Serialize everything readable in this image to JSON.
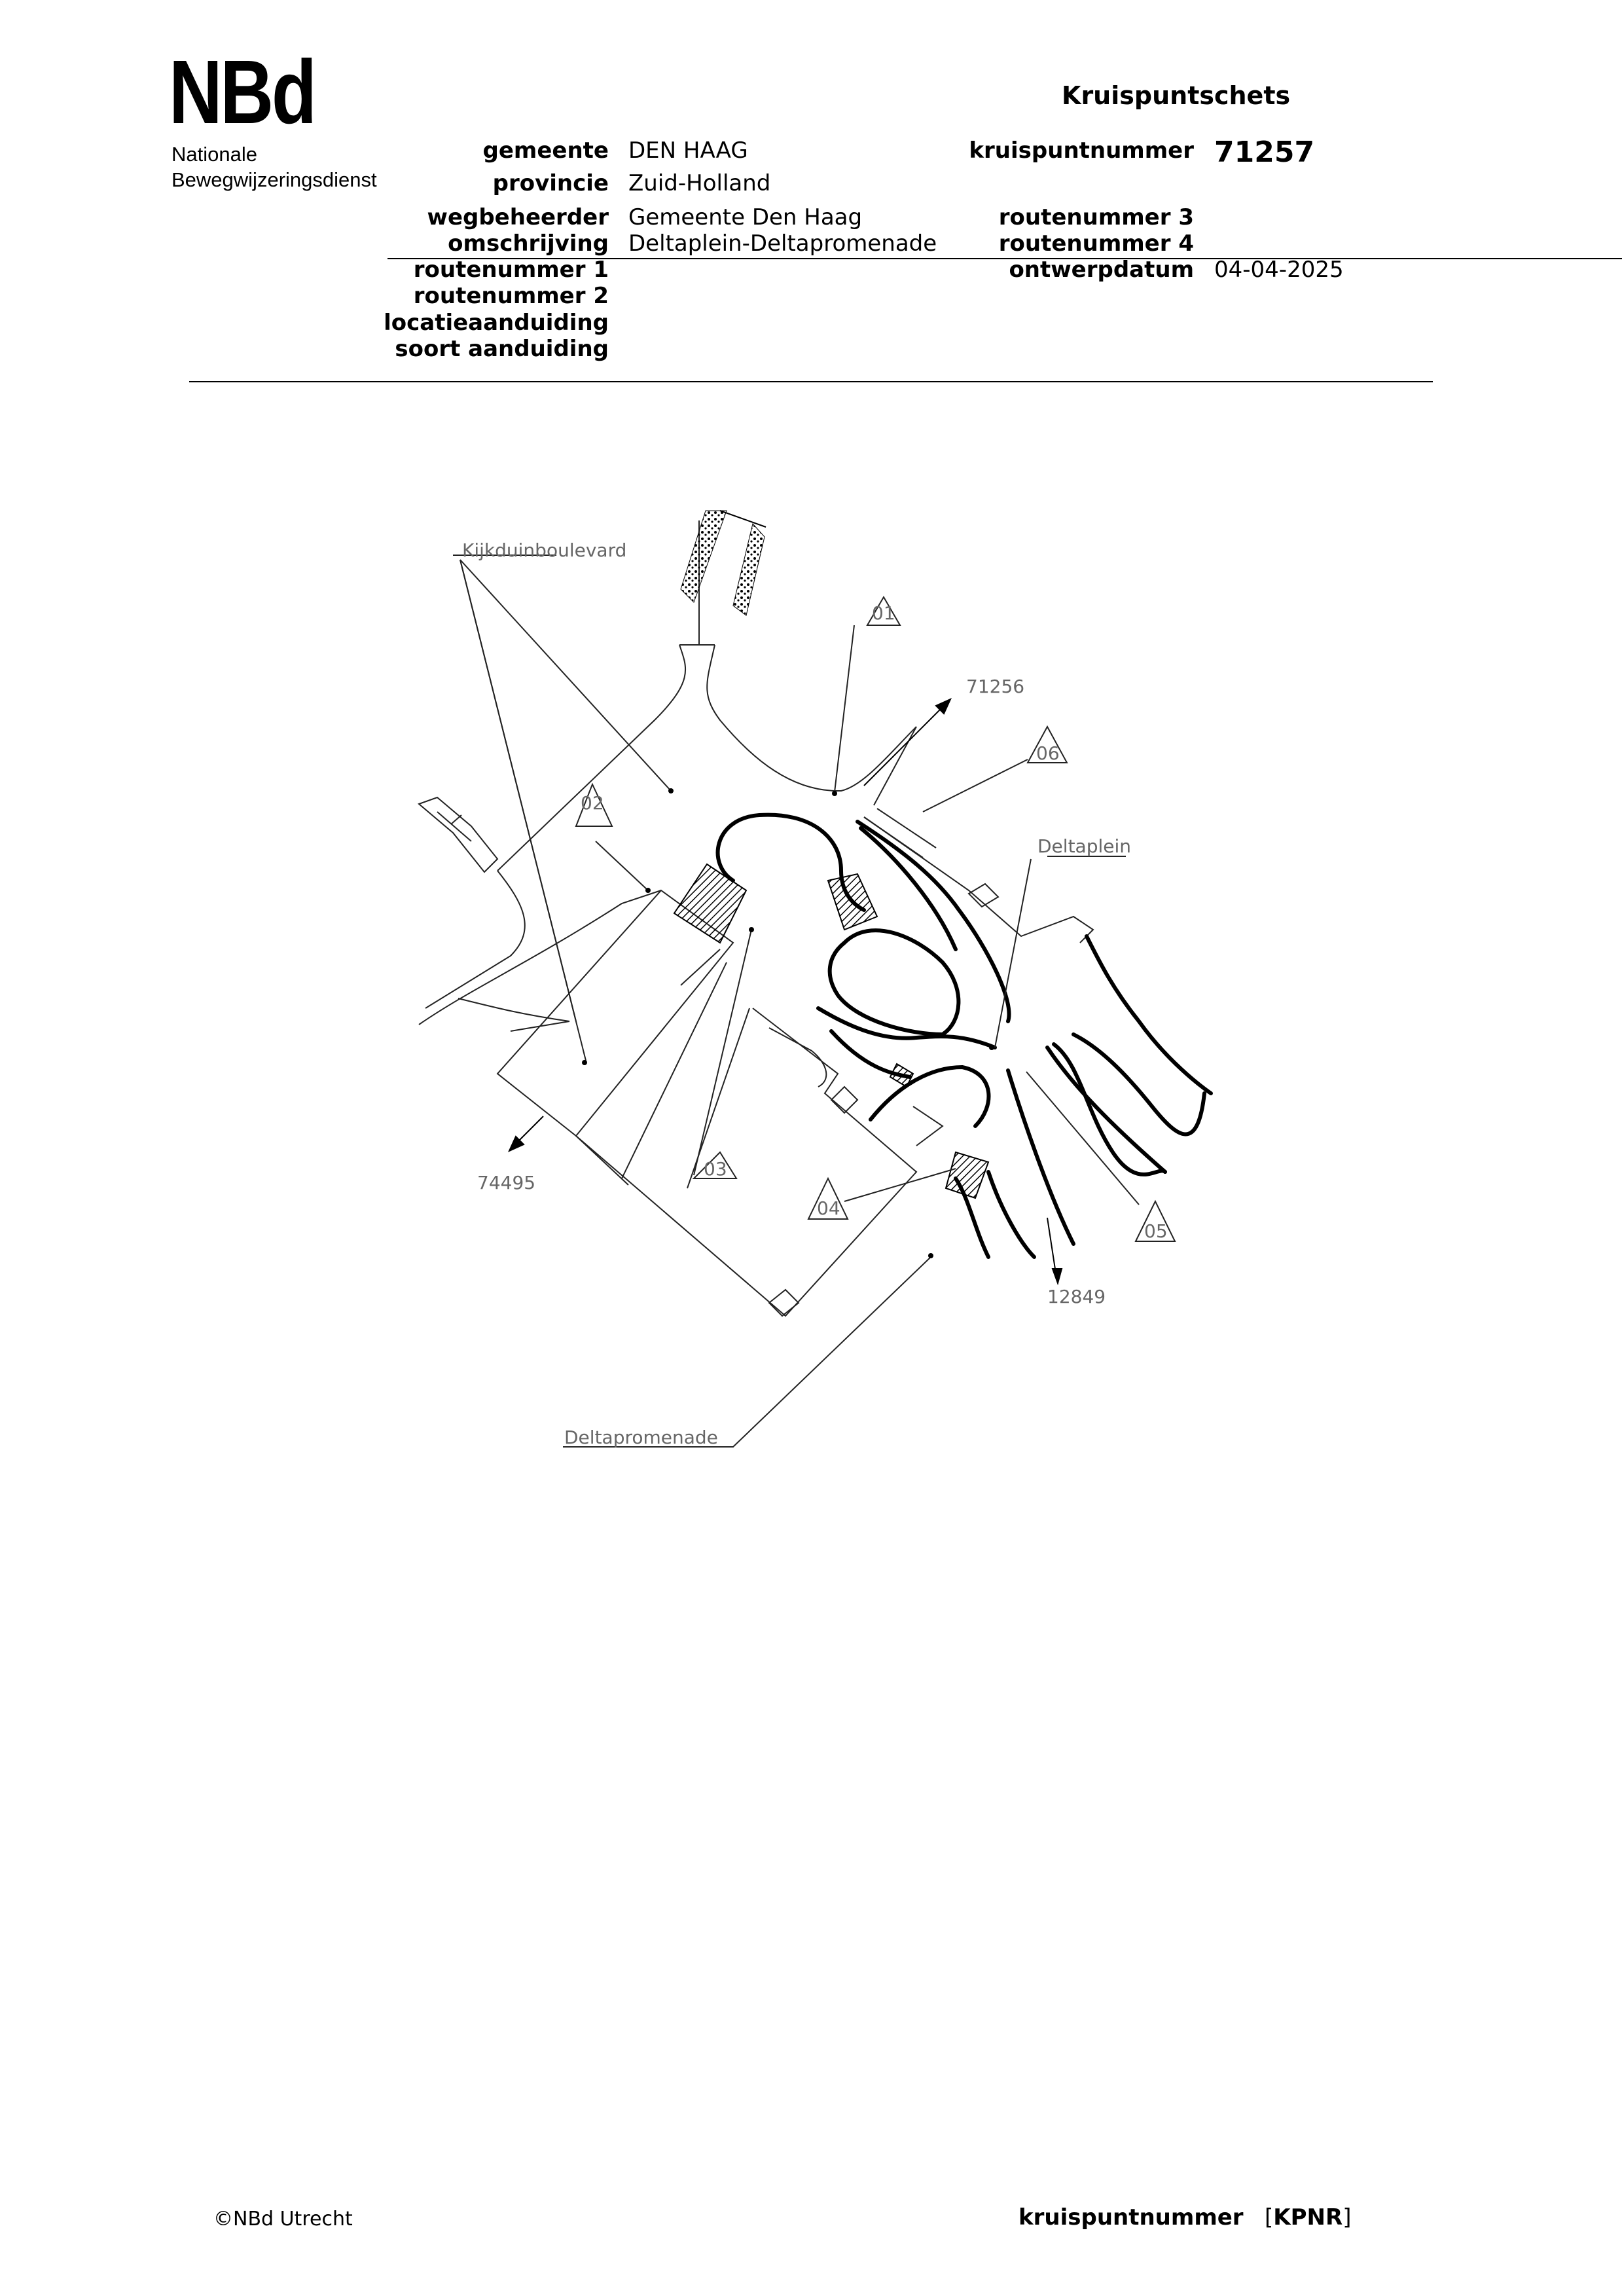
{
  "logo": {
    "mark": "NBd",
    "line1": "Nationale",
    "line2": "Bewegwijzeringsdienst"
  },
  "header": {
    "title": "Kruispuntschets",
    "gemeente_label": "gemeente",
    "gemeente": "DEN HAAG",
    "provincie_label": "provincie",
    "provincie": "Zuid-Holland",
    "wegbeheerder_label": "wegbeheerder",
    "wegbeheerder": "Gemeente Den Haag",
    "omschrijving_label": "omschrijving",
    "omschrijving": "Deltaplein-Deltapromenade",
    "routenummer1_label": "routenummer 1",
    "routenummer2_label": "routenummer 2",
    "locatie_label": "locatieaanduiding",
    "soort_label": "soort aanduiding",
    "kruispuntnummer_label": "kruispuntnummer",
    "kruispuntnummer": "71257",
    "routenummer3_label": "routenummer 3",
    "routenummer4_label": "routenummer 4",
    "ontwerpdatum_label": "ontwerpdatum",
    "ontwerpdatum": "04-04-2025"
  },
  "map": {
    "street_labels": {
      "kijkduin": "Kijkduinboulevard",
      "deltaplein": "Deltaplein",
      "deltapromenade": "Deltapromenade"
    },
    "markers": [
      "01",
      "02",
      "03",
      "04",
      "05",
      "06"
    ],
    "junction_refs": {
      "north_east": "71256",
      "south_west": "74495",
      "south_east": "12849"
    }
  },
  "footer": {
    "copyright": "©NBd Utrecht",
    "label": "kruispuntnummer",
    "kpnr_open": "[",
    "kpnr": "KPNR",
    "kpnr_close": "]"
  }
}
